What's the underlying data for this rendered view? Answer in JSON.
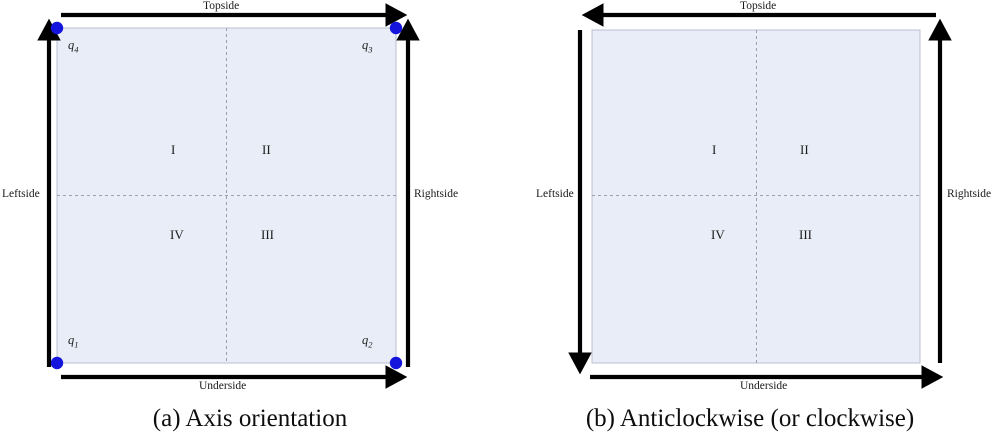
{
  "figure": {
    "panels": [
      {
        "id": "a",
        "caption": "(a) Axis orientation",
        "sides": {
          "top": "Topside",
          "bottom": "Underside",
          "left": "Leftside",
          "right": "Rightside"
        },
        "quadrants": [
          "I",
          "II",
          "III",
          "IV"
        ],
        "corner_points": [
          "q1",
          "q2",
          "q3",
          "q4"
        ],
        "corner_labels": {
          "bottom_left": "q",
          "bottom_left_sub": "1",
          "bottom_right": "q",
          "bottom_right_sub": "2",
          "top_right": "q",
          "top_right_sub": "3",
          "top_left": "q",
          "top_left_sub": "4"
        },
        "arrow_directions": {
          "top": "right",
          "bottom": "right",
          "left": "up",
          "right": "up"
        },
        "has_corner_dots": true
      },
      {
        "id": "b",
        "caption": "(b) Anticlockwise (or clockwise)",
        "sides": {
          "top": "Topside",
          "bottom": "Underside",
          "left": "Leftside",
          "right": "Rightside"
        },
        "quadrants": [
          "I",
          "II",
          "III",
          "IV"
        ],
        "arrow_directions": {
          "top": "left",
          "bottom": "right",
          "left": "down",
          "right": "up"
        },
        "has_corner_dots": false
      }
    ],
    "colors": {
      "panel_fill": "#e8edf7",
      "panel_border": "#b9bfcf",
      "divider": "#9aa0b0",
      "arrow": "#000000",
      "corner_dot": "#1414dc"
    }
  }
}
